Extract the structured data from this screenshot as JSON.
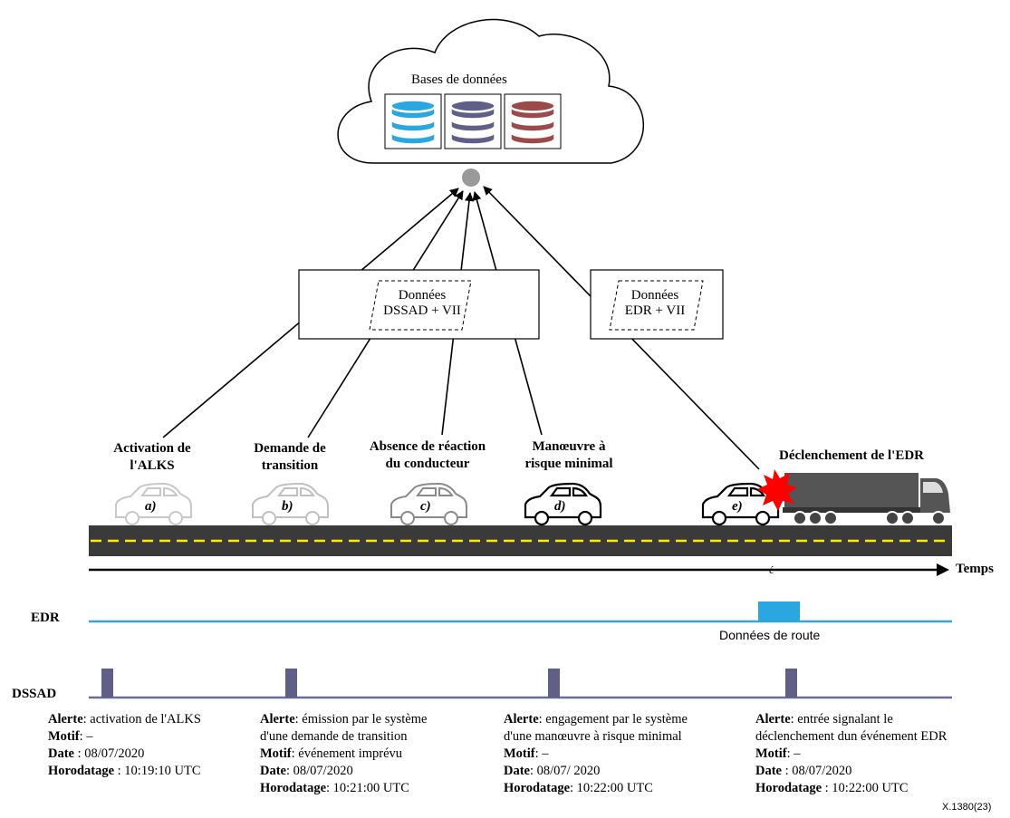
{
  "cloud": {
    "title": "Bases de données"
  },
  "boxes": {
    "dssad": {
      "line1": "Données",
      "line2": "DSSAD + VII"
    },
    "edr": {
      "line1": "Données",
      "line2": "EDR + VII"
    }
  },
  "events": [
    {
      "id": "a",
      "title_l1": "Activation de",
      "title_l2": "l'ALKS",
      "car_label": "a)"
    },
    {
      "id": "b",
      "title_l1": "Demande de",
      "title_l2": "transition",
      "car_label": "b)"
    },
    {
      "id": "c",
      "title_l1": "Absence de réaction",
      "title_l2": "du conducteur",
      "car_label": "c)"
    },
    {
      "id": "d",
      "title_l1": "Manœuvre à",
      "title_l2": "risque minimal",
      "car_label": "d)"
    },
    {
      "id": "e",
      "title_l1": "Déclenchement de l'EDR",
      "title_l2": "",
      "car_label": "e)"
    }
  ],
  "timeline": {
    "label": "Temps",
    "small_mark": "é"
  },
  "edr_track": {
    "label": "EDR",
    "data_label": "Données de route"
  },
  "dssad_track": {
    "label": "DSSAD"
  },
  "alerts": [
    {
      "alerte_key": "Alerte",
      "alerte_l1": ": activation de l'ALKS",
      "alerte_l2": "",
      "motif_key": "Motif",
      "motif_val": ": –",
      "date_key": "Date",
      "date_val": " : 08/07/2020",
      "horo_key": "Horodatage",
      "horo_val": " : 10:19:10 UTC"
    },
    {
      "alerte_key": "Alerte",
      "alerte_l1": ": émission par le système",
      "alerte_l2": "d'une demande de transition",
      "motif_key": "Motif",
      "motif_val": ": événement imprévu",
      "date_key": "Date",
      "date_val": ": 08/07/2020",
      "horo_key": "Horodatage",
      "horo_val": ": 10:21:00 UTC"
    },
    {
      "alerte_key": "Alerte",
      "alerte_l1": ": engagement par le système",
      "alerte_l2": "d'une manœuvre à risque minimal",
      "motif_key": "Motif",
      "motif_val": ": –",
      "date_key": "Date",
      "date_val": ": 08/07/ 2020",
      "horo_key": "Horodatage",
      "horo_val": ": 10:22:00 UTC"
    },
    {
      "alerte_key": "Alerte",
      "alerte_l1": ": entrée signalant le",
      "alerte_l2": "déclenchement dun événement EDR",
      "motif_key": "Motif",
      "motif_val": ": –",
      "date_key": "Date",
      "date_val": " : 08/07/2020",
      "horo_key": "Horodatage",
      "horo_val": " : 10:22:00 UTC"
    }
  ],
  "reference": "X.1380(23)",
  "colors": {
    "db_blue": "#2aa7e0",
    "db_slate": "#5f5f88",
    "db_red": "#9b4a49",
    "road": "#3a3a3a",
    "lane": "#ffeb00",
    "edr_line": "#3aa3dc",
    "dssad_line": "#6b6b96",
    "crash": "#ff0000",
    "hub": "#9a9a9a"
  }
}
